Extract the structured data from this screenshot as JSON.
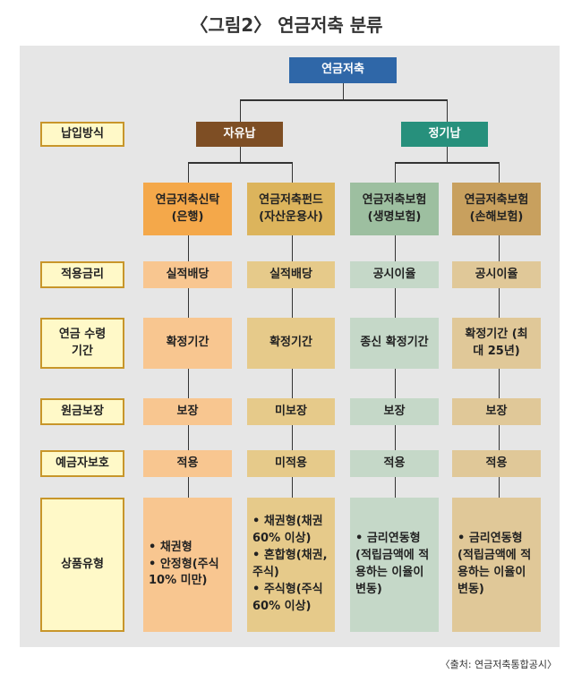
{
  "title": "〈그림2〉 연금저축 분류",
  "root": "연금저축",
  "row_labels": {
    "payment": "납입방식",
    "rate": "적용금리",
    "period": "연금 수령기간",
    "principal": "원금보장",
    "protection": "예금자보호",
    "type": "상품유형"
  },
  "payment": {
    "free": "자유납",
    "regular": "정기납"
  },
  "products": [
    {
      "name": "연금저축신탁",
      "sub": "(은행)",
      "rate": "실적배당",
      "period": "확정기간",
      "principal": "보장",
      "protection": "적용",
      "types": [
        "• 채권형",
        "• 안정형(주식 10% 미만)"
      ]
    },
    {
      "name": "연금저축펀드",
      "sub": "(자산운용사)",
      "rate": "실적배당",
      "period": "확정기간",
      "principal": "미보장",
      "protection": "미적용",
      "types": [
        "• 채권형(채권 60% 이상)",
        "• 혼합형(채권,주식)",
        "• 주식형(주식 60% 이상)"
      ]
    },
    {
      "name": "연금저축보험",
      "sub": "(생명보험)",
      "rate": "공시이율",
      "period": "종신 확정기간",
      "principal": "보장",
      "protection": "적용",
      "types": [
        "• 금리연동형 (적립금액에 적용하는 이율이 변동)"
      ]
    },
    {
      "name": "연금저축보험",
      "sub": "(손해보험)",
      "rate": "공시이율",
      "period": "확정기간 (최대 25년)",
      "principal": "보장",
      "protection": "적용",
      "types": [
        "• 금리연동형 (적립금액에 적용하는 이율이 변동)"
      ]
    }
  ],
  "source": "〈출처: 연금저축통합공시〉",
  "colors": {
    "root": "#2f67a8",
    "free": "#7e4e24",
    "regular": "#27907c"
  }
}
